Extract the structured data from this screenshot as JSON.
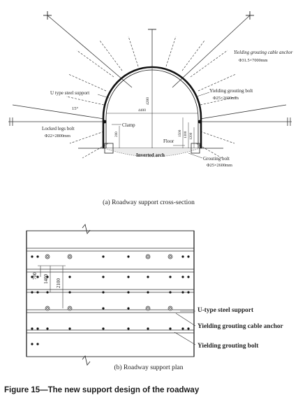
{
  "cross_section": {
    "caption": "(a) Roadway support cross-section",
    "labels": {
      "cable_anchor": "Yielding grouting cable anchor",
      "cable_anchor_spec": "Φ31.5×7000mm",
      "u_support": "U type steel support",
      "grouting_bolt_upper": "Yielding grouting bolt",
      "grouting_bolt_upper_spec": "Φ25×2600mm",
      "angle": "15°",
      "clamp": "Clamp",
      "locked_legs_bolt": "Locked legs bolt",
      "locked_legs_bolt_spec": "Φ22×2800mm",
      "floor": "Floor",
      "inverted_arch": "Inverted arch",
      "grouting_bolt": "Grouting bolt",
      "grouting_bolt_spec": "Φ25×2600mm"
    },
    "dimensions": {
      "height": "4200",
      "span": "4400",
      "dim_1500": "1500",
      "dim_1300": "1300",
      "dim_1200": "1200",
      "dim_200": "200"
    }
  },
  "plan": {
    "caption": "(b) Roadway support plan",
    "labels": {
      "u_support": "U-type steel support",
      "cable_anchor": "Yielding grouting cable anchor",
      "grouting_bolt": "Yielding grouting bolt"
    },
    "dimensions": {
      "d700": "700",
      "d1400": "1400",
      "d2100": "2100"
    }
  },
  "figure_caption": "Figure 15—The new support design of the roadway"
}
